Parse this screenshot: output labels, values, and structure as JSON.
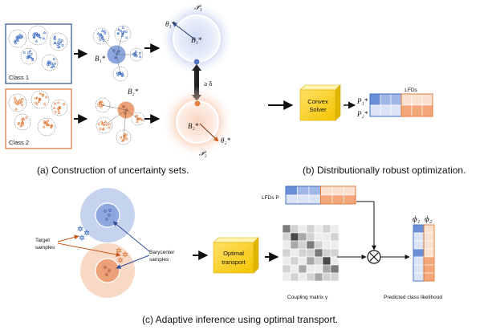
{
  "captions": {
    "a": "(a) Construction of uncertainty sets.",
    "b": "(b) Distributionally robust optimization.",
    "c": "(c) Adaptive inference using optimal transport."
  },
  "panel_a": {
    "class1_label": "Class 1",
    "class2_label": "Class 2",
    "b1_label": "B₁*",
    "b2_label": "B₂*",
    "b1_center_label": "B₁*",
    "b2_center_label": "B₂*",
    "p1_label": "𝒫₁",
    "p2_label": "𝒫₂",
    "theta1_label": "θ₁*",
    "theta2_label": "θ₂*",
    "delta_label": "≥ δ",
    "colors": {
      "blue": "#3f6fc4",
      "orange": "#e07a3a"
    }
  },
  "panel_b": {
    "solver_label_1": "Convex",
    "solver_label_2": "Solver",
    "lfds_label": "LFDs",
    "p1_label": "P₁*",
    "p2_label": "P₂*"
  },
  "panel_c": {
    "lfds_label": "LFDs P",
    "target_label_1": "Target",
    "target_label_2": "samples",
    "bary_label_1": "Barycenter",
    "bary_label_2": "samples",
    "ot_label_1": "Optimal",
    "ot_label_2": "transport",
    "coupling_label": "Coupling matrix γ",
    "phi1_label": "ϕ₁",
    "phi2_label": "ϕ₂",
    "likelihood_label": "Predicted class likelihood"
  }
}
